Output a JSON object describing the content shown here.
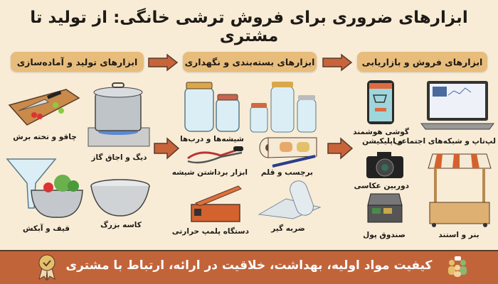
{
  "title": "ابزارهای ضروری برای فروش ترشی خانگی: از تولید تا مشتری",
  "stages": [
    {
      "label": "ابزارهای تولید و آماده‌سازی"
    },
    {
      "label": "ابزارهای بسته‌بندی و نگهداری"
    },
    {
      "label": "ابزارهای فروش و بازاریابی"
    }
  ],
  "production": {
    "knife_board": "چاقو و تخته برش",
    "pot_stove": "دیگ و اجاق گاز",
    "funnel_colander": "قیف و آبکش",
    "bowl": "کاسه بزرگ"
  },
  "packaging": {
    "jars": "شیشه‌ها و درب‌ها",
    "jar_lifter": "ابزار برداشتن شیشه",
    "heat_sealer": "دستگاه پلمپ حرارتی",
    "labels_pen": "برچسب و قلم",
    "bubble_wrap": "ضربه گیر"
  },
  "sales": {
    "smartphone_line1": "گوشی هوشمند",
    "smartphone_line2": "و اپلیکیشن",
    "camera": "دوربین عکاسی",
    "cash_box": "صندوق پول",
    "laptop": "لپ‌تاپ و شبکه‌های اجتماعی",
    "stand": "بنر و استند"
  },
  "footer": "کیفیت مواد اولیه، بهداشت، خلاقیت در ارائه، ارتباط با مشتری",
  "colors": {
    "background": "#f8ecd6",
    "pill": "#e8bd7c",
    "arrow": "#c8643a",
    "footer": "#c2643a"
  }
}
